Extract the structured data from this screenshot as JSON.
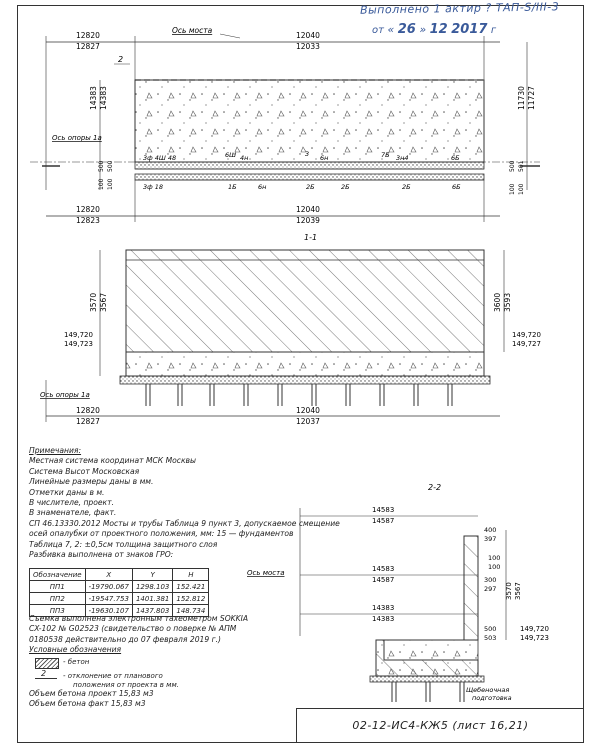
{
  "stamp": {
    "line1": "Выполнено 1 актир ? ТАП-S/III-3",
    "date_prefix": "от",
    "day": "26",
    "month": "12",
    "year": "2017",
    "suffix": "г"
  },
  "plan": {
    "bridge_axis": "Ось моста",
    "support_axis": "Ось опоры 1а",
    "top_dims": {
      "left_a": "12820",
      "left_b": "12827",
      "mid_a": "12040",
      "mid_b": "12033"
    },
    "bottom_dims": {
      "left_a": "12820",
      "left_b": "12823",
      "mid_a": "12040",
      "mid_b": "12039"
    },
    "right_dims": {
      "a": "11730",
      "b": "11727"
    },
    "left_dims": {
      "a": "14383",
      "b": "14383"
    },
    "callout": "2",
    "rebar_labels_top": [
      "3ф 4Ш 48",
      "6Ш",
      "4н",
      "3",
      "6н",
      "7Б",
      "3н4",
      "6Б"
    ],
    "rebar_labels_bot": [
      "3ф 18",
      "1Б",
      "6н",
      "2Б",
      "2Б",
      "2Б",
      "6Б"
    ],
    "small_dims_left": [
      "500",
      "500",
      "100",
      "100"
    ],
    "small_dims_right": [
      "500",
      "501",
      "100",
      "100"
    ]
  },
  "section11": {
    "title": "1-1",
    "left_dims": {
      "a": "3570",
      "b": "3567"
    },
    "right_dims": {
      "a": "3600",
      "b": "3593"
    },
    "elev_left": {
      "a": "149,720",
      "b": "149,723"
    },
    "elev_right": {
      "a": "149,720",
      "b": "149,727"
    },
    "support_axis": "Ось опоры 1а",
    "bottom_dims": {
      "left_a": "12820",
      "left_b": "12827",
      "mid_a": "12040",
      "mid_b": "12037"
    }
  },
  "notes": {
    "header": "Примечания:",
    "lines": [
      "Местная система координат МСК Москвы",
      "Система Высот Московская",
      "Линейные размеры даны в мм.",
      "Отметки даны в м.",
      "В числителе, проект.",
      "В знаменателе, факт.",
      "СП 46.13330.2012 Мосты и трубы Таблица 9 пункт 3, допускаемое смещение",
      "осей опалубки от проектного положения, мм: 15 — фундаментов",
      "Таблица 7, 2: ±0,5см толщина защитного слоя",
      "Разбивка выполнена от знаков ГРО:"
    ]
  },
  "coords_table": {
    "headers": [
      "Обозначение",
      "X",
      "Y",
      "H"
    ],
    "rows": [
      [
        "ПП1",
        "-19790.067",
        "1298.103",
        "152.421"
      ],
      [
        "ПП2",
        "-19547.753",
        "1401.381",
        "152.812"
      ],
      [
        "ПП3",
        "-19630.107",
        "1437.803",
        "148.734"
      ]
    ]
  },
  "notes2": {
    "lines": [
      "Съемка выполнена электронным тахеометром SOKKIA",
      "CX-102 № G02523 (свидетельство о поверке № АПМ",
      "0180538 действительно до 07 февраля 2019 г.)",
      "Условные обозначения"
    ]
  },
  "legend": {
    "concrete": "- бетон",
    "deviation_num": "2",
    "deviation_text1": "- отклонение от планового",
    "deviation_text2": "положения от проекта в мм."
  },
  "volumes": {
    "project": "Объем бетона проект 15,83 м3",
    "fact": "Объем бетона факт 15,83 м3"
  },
  "section22": {
    "title": "2-2",
    "bridge_axis": "Ось моста",
    "dims1": {
      "a": "14583",
      "b": "14587"
    },
    "dims2": {
      "a": "14583",
      "b": "14587"
    },
    "dims3": {
      "a": "14383",
      "b": "14383"
    },
    "right_small": [
      "400",
      "397",
      "100",
      "100",
      "300",
      "297",
      "500",
      "503"
    ],
    "right_tall": {
      "a": "3570",
      "b": "3567"
    },
    "elev": {
      "a": "149,720",
      "b": "149,723"
    },
    "gravel": "Щебеночная",
    "gravel2": "подготовка"
  },
  "title_block": {
    "code": "02-12-ИС4-КЖ5 (лист 16,21)"
  }
}
